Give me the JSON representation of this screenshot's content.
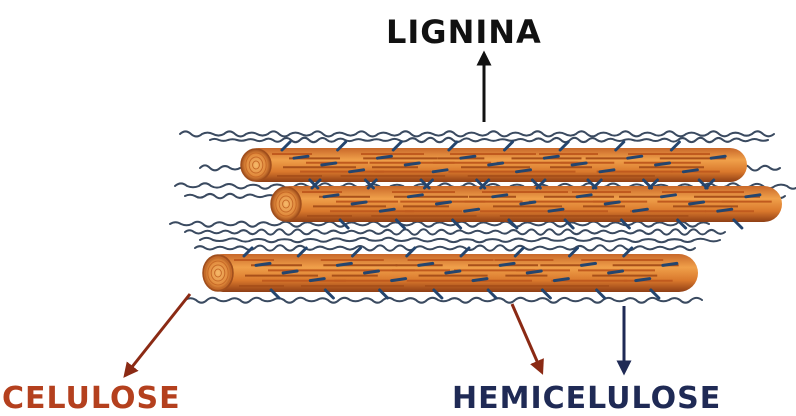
{
  "labels": {
    "lignina": "LIGNINA",
    "celulose": "CELULOSE",
    "hemicelulose": "HEMICELULOSE"
  },
  "colors": {
    "lignina_text": "#111111",
    "celulose_text": "#b4401e",
    "celulose_arrow": "#8b2a14",
    "hemicelulose_text": "#1f2a55",
    "hemicelulose_arrow": "#1f2a55",
    "fiber_dark": "#a8501a",
    "fiber_mid": "#d9782c",
    "fiber_light": "#f0a04a",
    "hemicelulose_strand": "#24456e",
    "lignin_strand": "#3a4a60"
  }
}
